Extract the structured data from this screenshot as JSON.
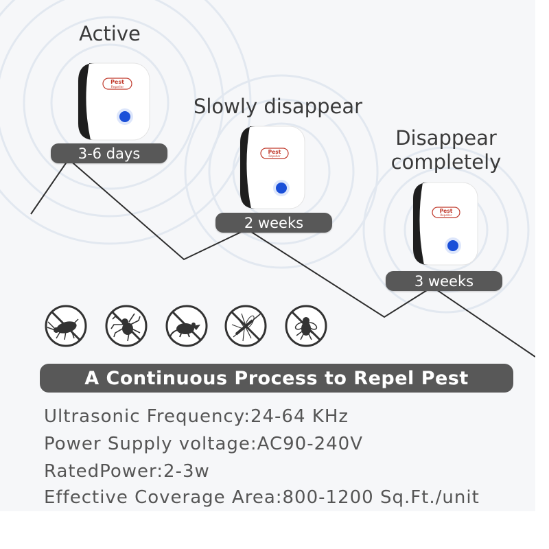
{
  "stages": [
    {
      "label": "Active",
      "duration": "3-6 days"
    },
    {
      "label": "Slowly disappear",
      "duration": "2 weeks"
    },
    {
      "label_line1": "Disappear",
      "label_line2": "completely",
      "duration": "3 weeks"
    }
  ],
  "device": {
    "brand_line1": "Pest",
    "brand_line2": "Repeller"
  },
  "pest_icons": [
    "cockroach-icon",
    "spider-icon",
    "rat-icon",
    "mosquito-icon",
    "fly-icon"
  ],
  "banner": "A Continuous Process to Repel Pest",
  "specs": [
    "Ultrasonic Frequency:24-64 KHz",
    "Power Supply voltage:AC90-240V",
    "RatedPower:2-3w",
    "Effective Coverage Area:800-1200 Sq.Ft./unit"
  ],
  "colors": {
    "pill": "#585858",
    "indicator": "#1a4fd8",
    "brand": "#c0392b"
  }
}
